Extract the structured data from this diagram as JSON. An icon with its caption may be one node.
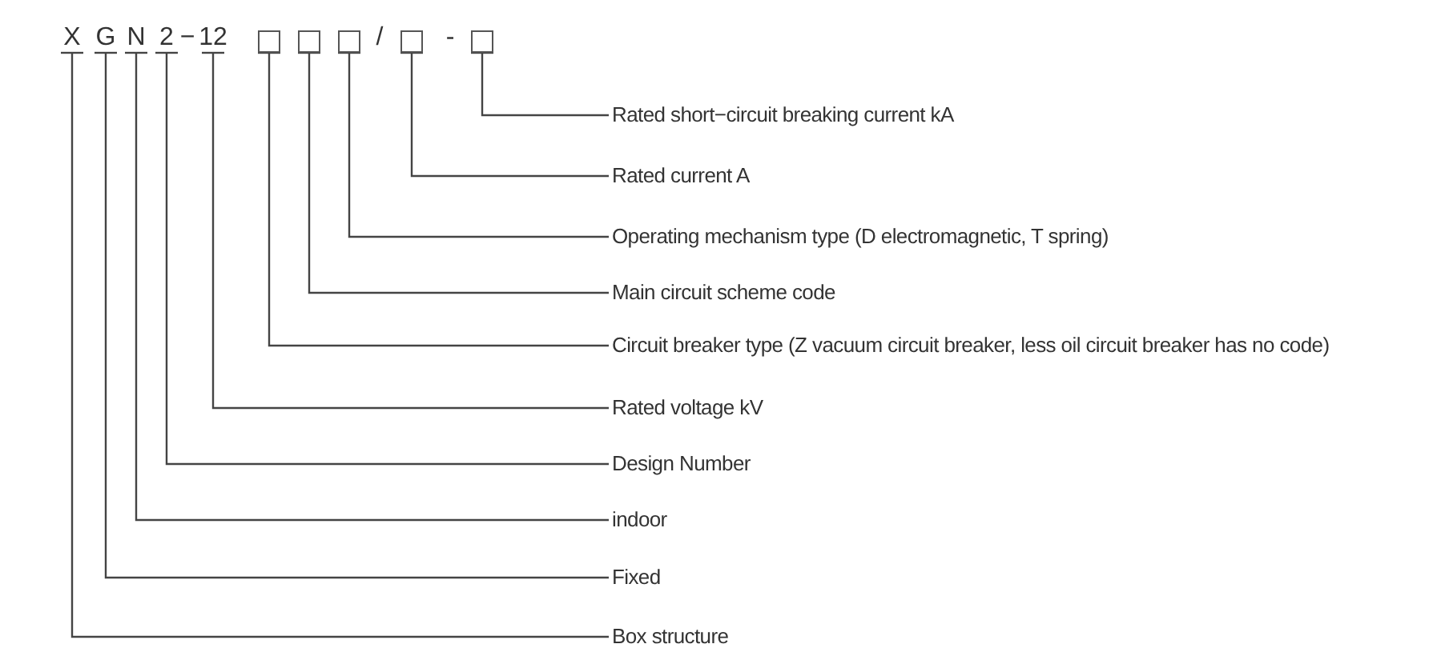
{
  "diagram": {
    "nodes": [
      {
        "text": [
          "X"
        ]
      },
      {
        "text": [
          "G"
        ]
      },
      {
        "text": [
          "N"
        ]
      },
      {
        "text": [
          "2"
        ]
      },
      {
        "text": [
          "12"
        ]
      },
      {
        "text": [],
        "shape": "box"
      },
      {
        "text": [],
        "shape": "box"
      },
      {
        "text": [],
        "shape": "box"
      },
      {
        "text": [],
        "shape": "box"
      },
      {
        "text": [],
        "shape": "box"
      },
      {
        "text": [
          "Rated short−circuit breaking current kA"
        ]
      },
      {
        "text": [
          "Rated current A"
        ]
      },
      {
        "text": [
          "Operating mechanism type (D electromagnetic, T spring)"
        ]
      },
      {
        "text": [
          "Main circuit scheme code"
        ]
      },
      {
        "text": [
          "Circuit breaker type (Z vacuum circuit breaker, less oil circuit breaker has no code)"
        ]
      },
      {
        "text": [
          "Rated voltage kV"
        ]
      },
      {
        "text": [
          "Design Number"
        ]
      },
      {
        "text": [
          "indoor"
        ]
      },
      {
        "text": [
          "Fixed"
        ]
      },
      {
        "text": [
          "Box structure"
        ]
      }
    ],
    "edges": [
      {
        "from": 0,
        "to": 19,
        "arrow": "other"
      },
      {
        "from": 1,
        "to": 18,
        "arrow": "other"
      },
      {
        "from": 2,
        "to": 17,
        "arrow": "other"
      },
      {
        "from": 3,
        "to": 16,
        "arrow": "other"
      },
      {
        "from": 4,
        "to": 15,
        "arrow": "other"
      },
      {
        "from": 5,
        "to": 14,
        "arrow": "other"
      },
      {
        "from": 6,
        "to": 13,
        "arrow": "other"
      },
      {
        "from": 7,
        "to": 12,
        "arrow": "other"
      },
      {
        "from": 8,
        "to": 11,
        "arrow": "other"
      },
      {
        "from": 9,
        "to": 10,
        "arrow": "other"
      }
    ],
    "labels": [
      "−",
      "/",
      "-"
    ]
  }
}
